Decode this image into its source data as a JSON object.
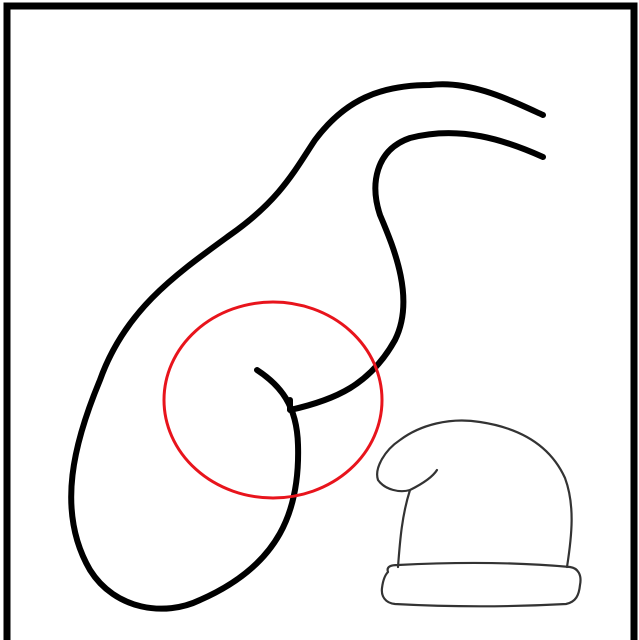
{
  "drawing": {
    "stroke_color": "#000000",
    "highlight_color": "#e8141c",
    "background_color": "#ffffff",
    "elements": [
      {
        "name": "bag-outline-icon",
        "description_type": "curved sack outline"
      },
      {
        "name": "highlight-circle",
        "description_type": "red circle marking the curl"
      },
      {
        "name": "santa-hat-icon",
        "description_type": "hat outline"
      }
    ]
  }
}
